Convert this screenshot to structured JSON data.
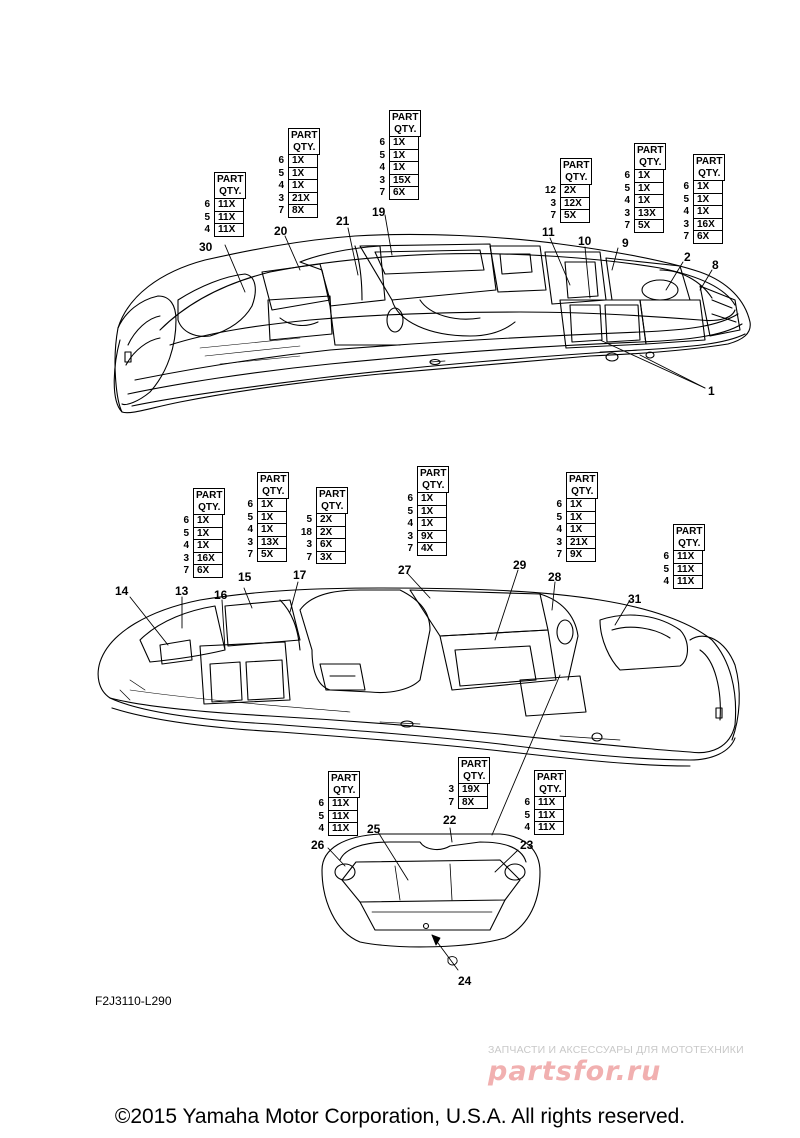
{
  "diagram_code": "F2J3110-L290",
  "copyright": "©2015 Yamaha Motor Corporation, U.S.A. All rights reserved.",
  "watermark": {
    "tagline": "ЗАПЧАСТИ И АКСЕССУАРЫ ДЛЯ МОТОТЕХНИКИ",
    "logo": "partsfor.ru"
  },
  "table_header": [
    "PART",
    "QTY."
  ],
  "tables": [
    {
      "id": "t30",
      "rows": [
        [
          "6",
          "11X"
        ],
        [
          "5",
          "11X"
        ],
        [
          "4",
          "11X"
        ]
      ]
    },
    {
      "id": "t20",
      "rows": [
        [
          "6",
          "1X"
        ],
        [
          "5",
          "1X"
        ],
        [
          "4",
          "1X"
        ],
        [
          "3",
          "21X"
        ],
        [
          "7",
          "8X"
        ]
      ]
    },
    {
      "id": "t19",
      "rows": [
        [
          "6",
          "1X"
        ],
        [
          "5",
          "1X"
        ],
        [
          "4",
          "1X"
        ],
        [
          "3",
          "15X"
        ],
        [
          "7",
          "6X"
        ]
      ]
    },
    {
      "id": "t11",
      "rows": [
        [
          "12",
          "2X"
        ],
        [
          "3",
          "12X"
        ],
        [
          "7",
          "5X"
        ]
      ]
    },
    {
      "id": "t9",
      "rows": [
        [
          "6",
          "1X"
        ],
        [
          "5",
          "1X"
        ],
        [
          "4",
          "1X"
        ],
        [
          "3",
          "13X"
        ],
        [
          "7",
          "5X"
        ]
      ]
    },
    {
      "id": "t2",
      "rows": [
        [
          "6",
          "1X"
        ],
        [
          "5",
          "1X"
        ],
        [
          "4",
          "1X"
        ],
        [
          "3",
          "16X"
        ],
        [
          "7",
          "6X"
        ]
      ]
    },
    {
      "id": "t13",
      "rows": [
        [
          "6",
          "1X"
        ],
        [
          "5",
          "1X"
        ],
        [
          "4",
          "1X"
        ],
        [
          "3",
          "16X"
        ],
        [
          "7",
          "6X"
        ]
      ]
    },
    {
      "id": "t15",
      "rows": [
        [
          "6",
          "1X"
        ],
        [
          "5",
          "1X"
        ],
        [
          "4",
          "1X"
        ],
        [
          "3",
          "13X"
        ],
        [
          "7",
          "5X"
        ]
      ]
    },
    {
      "id": "t17",
      "rows": [
        [
          "5",
          "2X"
        ],
        [
          "18",
          "2X"
        ],
        [
          "3",
          "6X"
        ],
        [
          "7",
          "3X"
        ]
      ]
    },
    {
      "id": "t27",
      "rows": [
        [
          "6",
          "1X"
        ],
        [
          "5",
          "1X"
        ],
        [
          "4",
          "1X"
        ],
        [
          "3",
          "9X"
        ],
        [
          "7",
          "4X"
        ]
      ]
    },
    {
      "id": "t28",
      "rows": [
        [
          "6",
          "1X"
        ],
        [
          "5",
          "1X"
        ],
        [
          "4",
          "1X"
        ],
        [
          "3",
          "21X"
        ],
        [
          "7",
          "9X"
        ]
      ]
    },
    {
      "id": "t31",
      "rows": [
        [
          "6",
          "11X"
        ],
        [
          "5",
          "11X"
        ],
        [
          "4",
          "11X"
        ]
      ]
    },
    {
      "id": "t26",
      "rows": [
        [
          "6",
          "11X"
        ],
        [
          "5",
          "11X"
        ],
        [
          "4",
          "11X"
        ]
      ]
    },
    {
      "id": "t22",
      "rows": [
        [
          "3",
          "19X"
        ],
        [
          "7",
          "8X"
        ]
      ]
    },
    {
      "id": "t23",
      "rows": [
        [
          "6",
          "11X"
        ],
        [
          "5",
          "11X"
        ],
        [
          "4",
          "11X"
        ]
      ]
    }
  ],
  "callouts": [
    "1",
    "2",
    "8",
    "9",
    "10",
    "11",
    "19",
    "20",
    "21",
    "30",
    "13",
    "14",
    "15",
    "16",
    "17",
    "27",
    "28",
    "29",
    "31",
    "22",
    "23",
    "24",
    "25",
    "26"
  ]
}
